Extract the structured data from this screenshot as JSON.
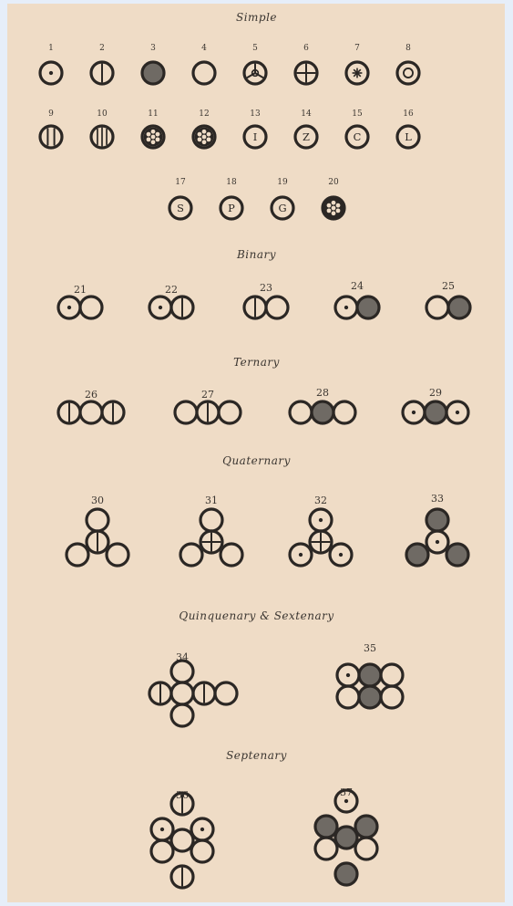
{
  "sections": [
    {
      "key": "simple",
      "heading": "Simple"
    },
    {
      "key": "binary",
      "heading": "Binary"
    },
    {
      "key": "ternary",
      "heading": "Ternary"
    },
    {
      "key": "quaternary",
      "heading": "Quaternary"
    },
    {
      "key": "quinquenary",
      "heading": "Quinquenary & Sextenary"
    },
    {
      "key": "septenary",
      "heading": "Septenary"
    }
  ],
  "symbols": [
    {
      "num": "1",
      "section": "simple",
      "atoms": [
        "dot"
      ]
    },
    {
      "num": "2",
      "section": "simple",
      "atoms": [
        "vline"
      ]
    },
    {
      "num": "3",
      "section": "simple",
      "atoms": [
        "filled"
      ]
    },
    {
      "num": "4",
      "section": "simple",
      "atoms": [
        "empty"
      ]
    },
    {
      "num": "5",
      "section": "simple",
      "atoms": [
        "mercedes"
      ]
    },
    {
      "num": "6",
      "section": "simple",
      "atoms": [
        "cross"
      ]
    },
    {
      "num": "7",
      "section": "simple",
      "atoms": [
        "star"
      ]
    },
    {
      "num": "8",
      "section": "simple",
      "atoms": [
        "ring"
      ]
    },
    {
      "num": "9",
      "section": "simple",
      "atoms": [
        "vlines2"
      ]
    },
    {
      "num": "10",
      "section": "simple",
      "atoms": [
        "vlines3"
      ]
    },
    {
      "num": "11",
      "section": "simple",
      "atoms": [
        "gear"
      ]
    },
    {
      "num": "12",
      "section": "simple",
      "atoms": [
        "gear"
      ]
    },
    {
      "num": "13",
      "section": "simple",
      "atoms": [
        "letter:I"
      ]
    },
    {
      "num": "14",
      "section": "simple",
      "atoms": [
        "letter:Z"
      ]
    },
    {
      "num": "15",
      "section": "simple",
      "atoms": [
        "letter:C"
      ]
    },
    {
      "num": "16",
      "section": "simple",
      "atoms": [
        "letter:L"
      ]
    },
    {
      "num": "17",
      "section": "simple",
      "atoms": [
        "letter:S"
      ]
    },
    {
      "num": "18",
      "section": "simple",
      "atoms": [
        "letter:P"
      ]
    },
    {
      "num": "19",
      "section": "simple",
      "atoms": [
        "letter:G"
      ]
    },
    {
      "num": "20",
      "section": "simple",
      "atoms": [
        "gearfilled"
      ]
    },
    {
      "num": "21",
      "section": "binary",
      "atoms": [
        "dot",
        "empty"
      ]
    },
    {
      "num": "22",
      "section": "binary",
      "atoms": [
        "dot",
        "vline"
      ]
    },
    {
      "num": "23",
      "section": "binary",
      "atoms": [
        "vline",
        "empty"
      ]
    },
    {
      "num": "24",
      "section": "binary",
      "atoms": [
        "dot",
        "filled"
      ]
    },
    {
      "num": "25",
      "section": "binary",
      "atoms": [
        "empty",
        "filled"
      ]
    },
    {
      "num": "26",
      "section": "ternary",
      "atoms": [
        "vline",
        "empty",
        "vline"
      ]
    },
    {
      "num": "27",
      "section": "ternary",
      "atoms": [
        "empty",
        "vline",
        "empty"
      ]
    },
    {
      "num": "28",
      "section": "ternary",
      "atoms": [
        "empty",
        "filled",
        "empty"
      ]
    },
    {
      "num": "29",
      "section": "ternary",
      "atoms": [
        "dot",
        "filled",
        "dot"
      ]
    },
    {
      "num": "30",
      "section": "quaternary",
      "atoms": [
        "empty",
        "vline",
        "empty",
        "empty"
      ]
    },
    {
      "num": "31",
      "section": "quaternary",
      "atoms": [
        "empty",
        "cross",
        "empty",
        "empty"
      ]
    },
    {
      "num": "32",
      "section": "quaternary",
      "atoms": [
        "dot",
        "cross",
        "dot",
        "dot"
      ]
    },
    {
      "num": "33",
      "section": "quaternary",
      "atoms": [
        "filled",
        "dot",
        "filled",
        "filled"
      ]
    },
    {
      "num": "34",
      "section": "quinquenary",
      "atoms": [
        "empty",
        "vline",
        "empty",
        "vline",
        "empty",
        "empty"
      ]
    },
    {
      "num": "35",
      "section": "quinquenary",
      "atoms": [
        "dot",
        "filled",
        "empty",
        "empty",
        "filled",
        "empty"
      ]
    },
    {
      "num": "36",
      "section": "septenary",
      "atoms": [
        "vline",
        "dot",
        "dot",
        "empty",
        "empty",
        "empty",
        "vline"
      ]
    },
    {
      "num": "37",
      "section": "septenary",
      "atoms": [
        "dot",
        "filled",
        "filled",
        "filled",
        "empty",
        "empty",
        "filled"
      ]
    }
  ]
}
